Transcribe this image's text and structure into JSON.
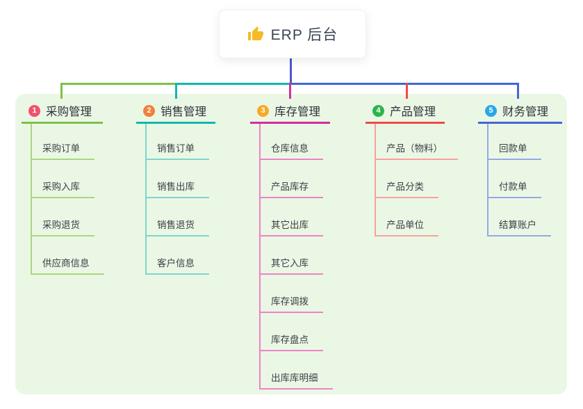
{
  "root": {
    "label": "ERP 后台",
    "icon": "thumbs-up-icon"
  },
  "branches": [
    {
      "index": "1",
      "title": "采购管理",
      "badge_color": "#f2506e",
      "line_color": "#7cc24a",
      "child_line_color": "#a8d77f",
      "children": [
        "采购订单",
        "采购入库",
        "采购退货",
        "供应商信息"
      ]
    },
    {
      "index": "2",
      "title": "销售管理",
      "badge_color": "#f2803b",
      "line_color": "#12b7ad",
      "child_line_color": "#7cd6cc",
      "children": [
        "销售订单",
        "销售出库",
        "销售退货",
        "客户信息"
      ]
    },
    {
      "index": "3",
      "title": "库存管理",
      "badge_color": "#f9a825",
      "line_color": "#d12f9d",
      "child_line_color": "#ec83c6",
      "children": [
        "仓库信息",
        "产品库存",
        "其它出库",
        "其它入库",
        "库存调拨",
        "库存盘点",
        "出库库明细"
      ]
    },
    {
      "index": "4",
      "title": "产品管理",
      "badge_color": "#2ab54d",
      "line_color": "#f04a4a",
      "child_line_color": "#f7a19b",
      "children": [
        "产品（物料）",
        "产品分类",
        "产品单位"
      ]
    },
    {
      "index": "5",
      "title": "财务管理",
      "badge_color": "#29a7e8",
      "line_color": "#4167d6",
      "child_line_color": "#93aae4",
      "children": [
        "回款单",
        "付款单",
        "结算账户"
      ]
    }
  ],
  "colors": {
    "root_stem": "#5055cf",
    "bus_left": "#7cc24a",
    "bus_mid": "#12b7ad",
    "bus_right": "#4167d6",
    "panel_bg": "#ebf7e5"
  }
}
